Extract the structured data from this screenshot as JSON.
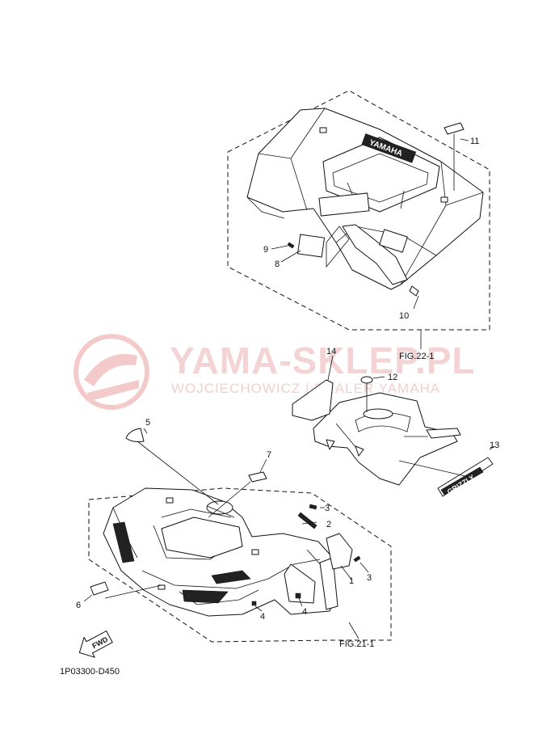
{
  "watermark": {
    "title": "YAMA-SKLEP.PL",
    "subtitle": "WOJCIECHOWICZ | DEALER YAMAHA",
    "color": "#e6a0a0"
  },
  "figure_refs": {
    "rear": "FIG.22-1",
    "front": "FIG.21-1"
  },
  "fwd_label": "FWD",
  "rear_emblem_text": "YAMAHA",
  "decal_text": "GRIZZLY",
  "catalog_code": "1P03300-D450",
  "callouts": [
    "1",
    "2",
    "3",
    "3",
    "4",
    "4",
    "5",
    "6",
    "7",
    "8",
    "9",
    "10",
    "11",
    "12",
    "13",
    "14"
  ]
}
